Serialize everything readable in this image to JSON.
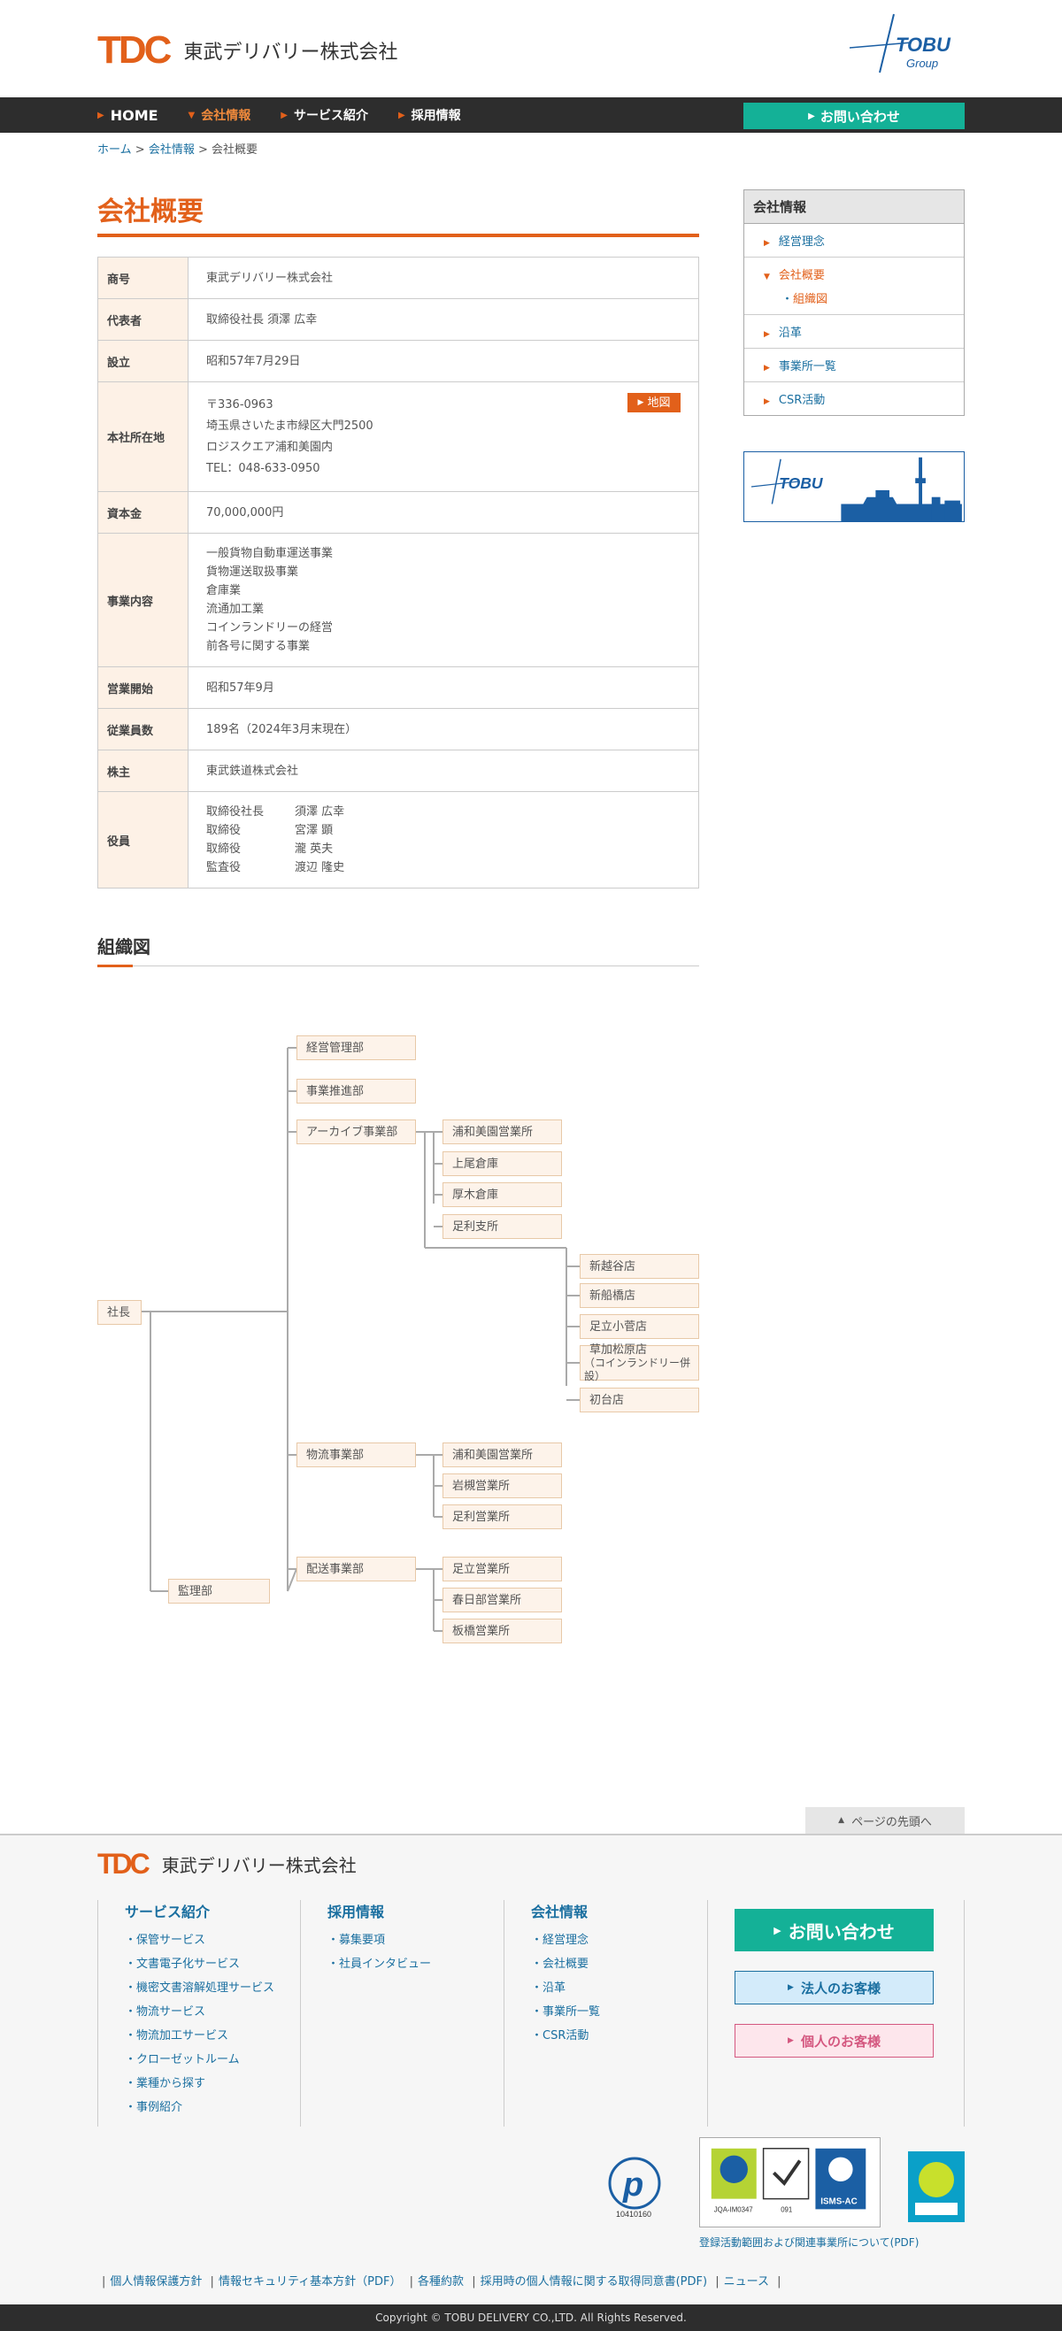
{
  "header": {
    "logo_text": "TDC",
    "company_name": "東武デリバリー株式会社",
    "group_logo": "TOBU Group"
  },
  "nav": {
    "items": [
      {
        "label": "HOME"
      },
      {
        "label": "会社情報"
      },
      {
        "label": "サービス紹介"
      },
      {
        "label": "採用情報"
      }
    ],
    "contact_label": "お問い合わせ"
  },
  "breadcrumb": {
    "home": "ホーム",
    "sep": ">",
    "company": "会社情報",
    "current": "会社概要"
  },
  "page": {
    "title": "会社概要",
    "map_button": "地図"
  },
  "profile": {
    "trade_name_label": "商号",
    "trade_name": "東武デリバリー株式会社",
    "rep_label": "代表者",
    "rep": "取締役社長 須澤 広幸",
    "founded_label": "設立",
    "founded": "昭和57年7月29日",
    "address_label": "本社所在地",
    "address_lines": [
      "〒336-0963",
      "埼玉県さいたま市緑区大門2500",
      "ロジスクエア浦和美園内",
      "TEL：048-633-0950"
    ],
    "capital_label": "資本金",
    "capital": "70,000,000円",
    "business_label": "事業内容",
    "business_lines": [
      "一般貨物自動車運送事業",
      "貨物運送取扱事業",
      "倉庫業",
      "流通加工業",
      "コインランドリーの経営",
      "前各号に関する事業"
    ],
    "start_label": "営業開始",
    "start": "昭和57年9月",
    "employees_label": "従業員数",
    "employees": "189名（2024年3月末現在）",
    "shareholder_label": "株主",
    "shareholder": "東武鉄道株式会社",
    "officers_label": "役員",
    "officers": [
      {
        "role": "取締役社長",
        "name": "須澤 広幸"
      },
      {
        "role": "取締役",
        "name": "宮澤 顕"
      },
      {
        "role": "取締役",
        "name": "瀧 英夫"
      },
      {
        "role": "監査役",
        "name": "渡辺 隆史"
      }
    ]
  },
  "org": {
    "title": "組織図",
    "president": "社長",
    "audit": "監理部",
    "mgmt": "経営管理部",
    "promo": "事業推進部",
    "archive": "アーカイブ事業部",
    "archive_children": [
      "浦和美園営業所",
      "上尾倉庫",
      "厚木倉庫",
      "足利支所"
    ],
    "laundry": [
      "新越谷店",
      "新船橋店",
      "足立小菅店",
      "草加松原店",
      "（コインランドリー併設）",
      "初台店"
    ],
    "logistics": "物流事業部",
    "logistics_children": [
      "浦和美園営業所",
      "岩槻営業所",
      "足利営業所"
    ],
    "delivery": "配送事業部",
    "delivery_children": [
      "足立営業所",
      "春日部営業所",
      "板橋営業所"
    ]
  },
  "sidebar": {
    "title": "会社情報",
    "items": [
      {
        "label": "経営理念"
      },
      {
        "label": "会社概要"
      },
      {
        "label": "組織図"
      },
      {
        "label": "沿革"
      },
      {
        "label": "事業所一覧"
      },
      {
        "label": "CSR活動"
      }
    ],
    "banner_text": "TOBU"
  },
  "footer": {
    "page_top": "ページの先頭へ",
    "services_title": "サービス紹介",
    "services": [
      "保管サービス",
      "文書電子化サービス",
      "機密文書溶解処理サービス",
      "物流サービス",
      "物流加工サービス",
      "クローゼットルーム",
      "業種から探す",
      "事例紹介"
    ],
    "recruit_title": "採用情報",
    "recruit": [
      "募集要項",
      "社員インタビュー"
    ],
    "company_title": "会社情報",
    "company": [
      "経営理念",
      "会社概要",
      "沿革",
      "事業所一覧",
      "CSR活動"
    ],
    "contact_btn": "お問い合わせ",
    "corporate_btn": "法人のお客様",
    "individual_btn": "個人のお客様",
    "cert_note": "登録活動範囲および関連事業所について(PDF)",
    "privacy_mark_no": "10410160",
    "iso_labels": [
      "JQA-IM0347",
      "091",
      "ISMS-AC"
    ],
    "links": [
      "個人情報保護方針",
      "情報セキュリティ基本方針（PDF）",
      "各種約款",
      "採用時の個人情報に関する取得同意書(PDF)",
      "ニュース"
    ],
    "copyright": "Copyright © TOBU DELIVERY CO.,LTD. All Rights Reserved."
  }
}
